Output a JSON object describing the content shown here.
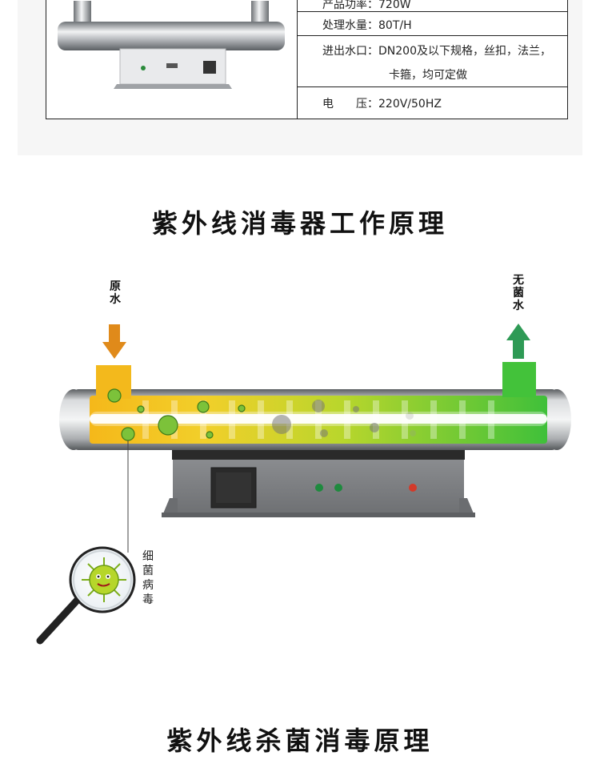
{
  "spec": {
    "rows": [
      {
        "text": "产品功率：720W"
      },
      {
        "text": "处理水量：80T/H"
      },
      {
        "text": "进出水口：DN200及以下规格，丝扣，法兰，"
      },
      {
        "text": "卡箍，均可定做"
      },
      {
        "text": "电　　压：220V/50HZ"
      }
    ]
  },
  "section1": {
    "title": "紫外线消毒器工作原理"
  },
  "diagram": {
    "inlet_label": [
      "原",
      "水"
    ],
    "outlet_label": [
      "无",
      "菌",
      "水"
    ],
    "bacteria_label": [
      "细",
      "菌",
      "病",
      "毒"
    ],
    "colors": {
      "inlet_arrow": "#e08a1a",
      "outlet_arrow": "#2e9a55",
      "water_yellow": "#f4c21c",
      "water_green": "#4cc23c",
      "indicator_green": "#1e8a3e",
      "indicator_red": "#d23a2a"
    }
  },
  "section2": {
    "title": "紫外线杀菌消毒原理"
  }
}
